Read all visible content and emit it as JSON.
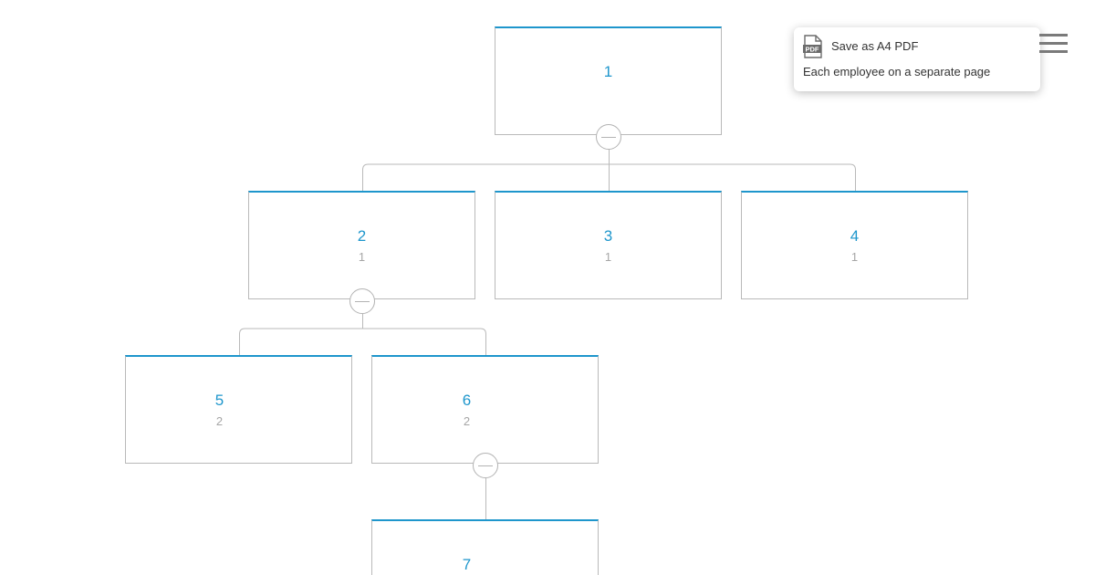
{
  "nodes": [
    {
      "id": "1",
      "title": "1",
      "subtitle": ""
    },
    {
      "id": "2",
      "title": "2",
      "subtitle": "1"
    },
    {
      "id": "3",
      "title": "3",
      "subtitle": "1"
    },
    {
      "id": "4",
      "title": "4",
      "subtitle": "1"
    },
    {
      "id": "5",
      "title": "5",
      "subtitle": "2"
    },
    {
      "id": "6",
      "title": "6",
      "subtitle": "2"
    },
    {
      "id": "7",
      "title": "7",
      "subtitle": ""
    }
  ],
  "edges": [
    [
      "1",
      "2"
    ],
    [
      "1",
      "3"
    ],
    [
      "1",
      "4"
    ],
    [
      "2",
      "5"
    ],
    [
      "2",
      "6"
    ],
    [
      "6",
      "7"
    ]
  ],
  "export_menu": {
    "item_label": "Save as A4 PDF",
    "description": "Each employee on a separate page",
    "icon": "pdf-file-icon"
  },
  "menu_icon": "hamburger-icon",
  "colors": {
    "accent": "#1e96cc",
    "border": "#b9b9b9",
    "subtitle": "#a6a6a6",
    "connector": "#b9b9b9"
  }
}
